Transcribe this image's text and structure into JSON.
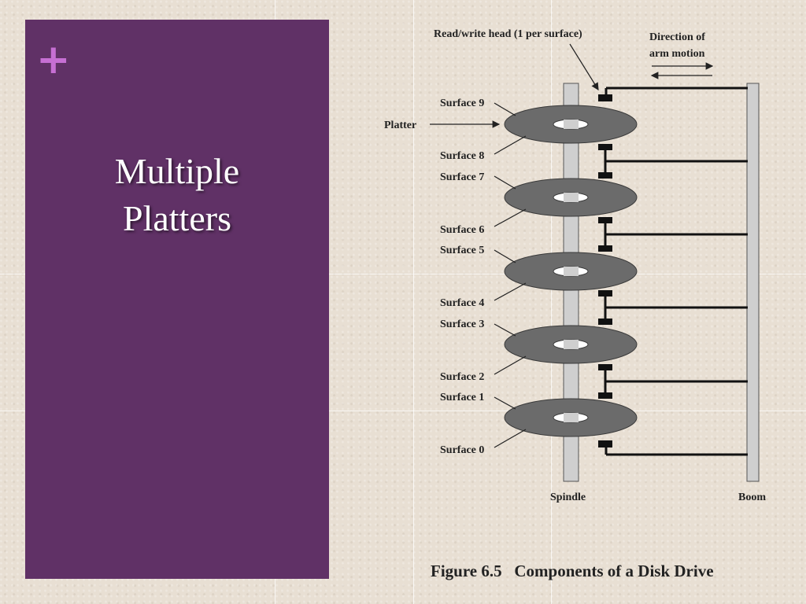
{
  "slide": {
    "marker": "+",
    "title_line1": "Multiple",
    "title_line2": "Platters"
  },
  "colors": {
    "panel": "#603166",
    "marker": "#c66fd3",
    "platter": "#6b6b6b",
    "spindle": "#cfcfcf",
    "head": "#111111"
  },
  "diagram": {
    "labels": {
      "read_write_head": "Read/write head (1 per surface)",
      "direction_line1": "Direction of",
      "direction_line2": "arm motion",
      "platter": "Platter",
      "spindle": "Spindle",
      "boom": "Boom"
    },
    "surfaces": [
      "Surface 9",
      "Surface 8",
      "Surface 7",
      "Surface 6",
      "Surface 5",
      "Surface 4",
      "Surface 3",
      "Surface 2",
      "Surface 1",
      "Surface 0"
    ],
    "caption": "Figure 6.5   Components of a Disk Drive"
  }
}
